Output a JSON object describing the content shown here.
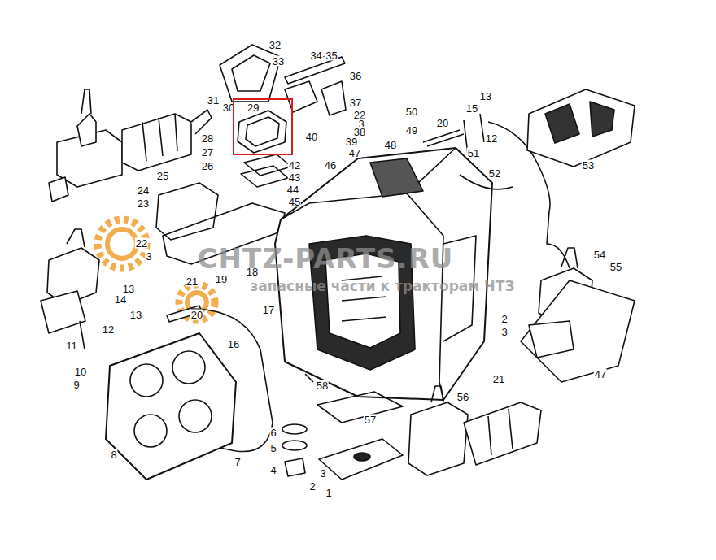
{
  "diagram": {
    "nodes": [
      {
        "text": [
          "29"
        ]
      }
    ],
    "labels": [
      "32",
      "33",
      "34·35",
      "36",
      "31",
      "37",
      "30",
      "22",
      "3",
      "38",
      "40",
      "39",
      "28",
      "27",
      "26",
      "25",
      "42",
      "43",
      "44",
      "45",
      "46",
      "47",
      "48",
      "50",
      "49",
      "20",
      "15",
      "13",
      "12",
      "51",
      "52",
      "53",
      "24",
      "23",
      "22",
      "3",
      "19",
      "18",
      "21",
      "17",
      "13",
      "14",
      "13",
      "20",
      "11",
      "12",
      "16",
      "10",
      "9",
      "58",
      "57",
      "6",
      "5",
      "4",
      "3",
      "2",
      "1",
      "8",
      "7",
      "56",
      "54",
      "55",
      "2",
      "3",
      "21",
      "47",
      "CHTZ-PARTS.RU",
      "запасные части к тракторам ЧТЗ"
    ]
  }
}
